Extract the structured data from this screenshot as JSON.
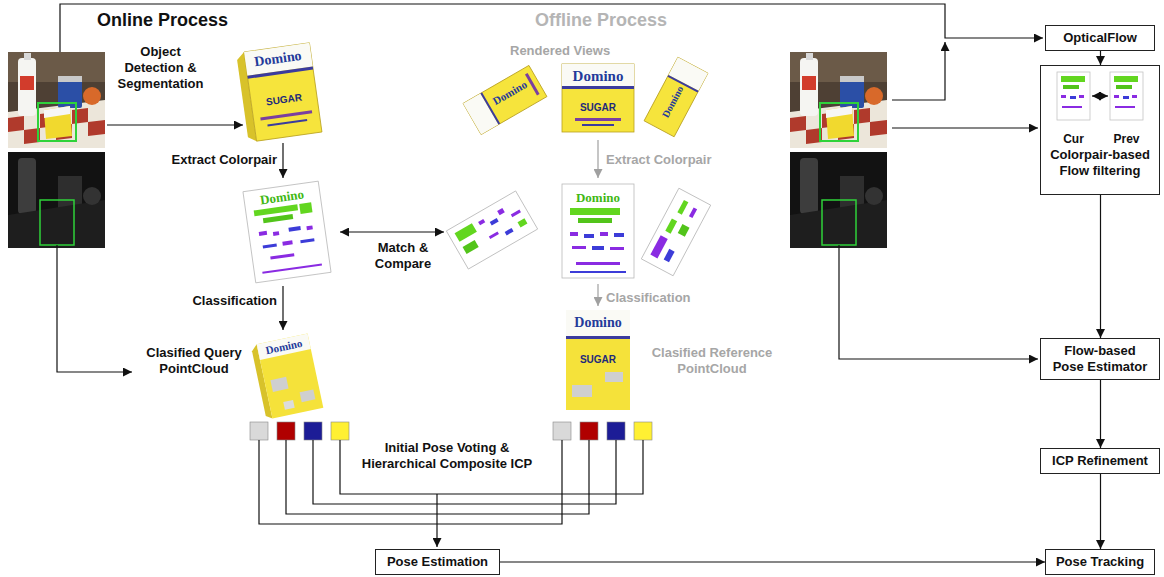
{
  "diagram": {
    "nodes": [
      {
        "text": [
          "OpticalFlow"
        ]
      },
      {
        "text": [
          "Cur",
          "Prev",
          "Colorpair-based Flow filtering"
        ]
      },
      {
        "text": [
          "Flow-based Pose Estimator"
        ]
      },
      {
        "text": [
          "ICP Refinement"
        ]
      },
      {
        "text": [
          "Pose Estimation"
        ]
      },
      {
        "text": [
          "Pose Tracking"
        ]
      }
    ],
    "edges": [
      {
        "from": 0,
        "to": 1,
        "arrow": "to"
      },
      {
        "from": 1,
        "to": 2,
        "arrow": "to"
      },
      {
        "from": 2,
        "to": 3,
        "arrow": "to"
      },
      {
        "from": 3,
        "to": 5,
        "arrow": "to"
      },
      {
        "from": 4,
        "to": 5,
        "arrow": "to"
      }
    ],
    "labels": [
      "Online Process",
      "Offline Process",
      "Object Detection & Segmentation",
      "Rendered Views",
      "Extract Colorpair",
      "Extract Colorpair",
      "Match & Compare",
      "Classification",
      "Classification",
      "Clasified Query PointCloud",
      "Clasified Reference PointCloud",
      "Initial Pose Voting & Hierarchical Composite ICP",
      "Domino",
      "SUGAR",
      "Domino",
      "Domino",
      "SUGAR",
      "Domino",
      "Domino",
      "Domino",
      "Domino",
      "Domino",
      "SUGAR"
    ]
  }
}
